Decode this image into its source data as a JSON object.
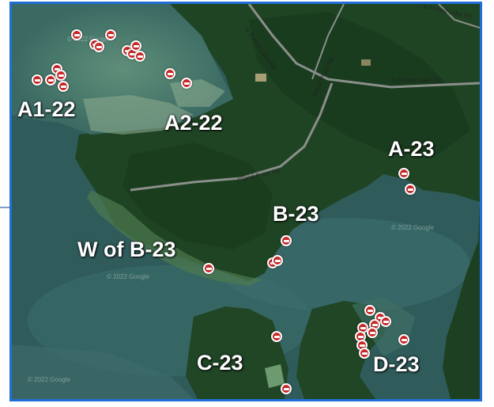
{
  "roads": {
    "r1": "N Forest Lake Rd",
    "r2": "N Forest Lake Rd",
    "r3": "N Forest Lake Rd",
    "r4": "Island Point Rd",
    "r5": "Island Point Rd"
  },
  "zones": {
    "a1_22": "A1-22",
    "a2_22": "A2-22",
    "a_23": "A-23",
    "b_23": "B-23",
    "w_of_b_23": "W of B-23",
    "c_23": "C-23",
    "d_23": "D-23"
  },
  "watermarks": {
    "w1": "© 2022 Google",
    "w2": "© 2022 Google",
    "w3": "© 2022 Google",
    "w4": "© 2022 Google"
  },
  "marker_icon": "boat-icon",
  "colors": {
    "frame": "#1f6fd6",
    "water": "#2f5a5a",
    "forest": "#1f4424",
    "marker": "#c62828",
    "label": "#ffffff"
  }
}
